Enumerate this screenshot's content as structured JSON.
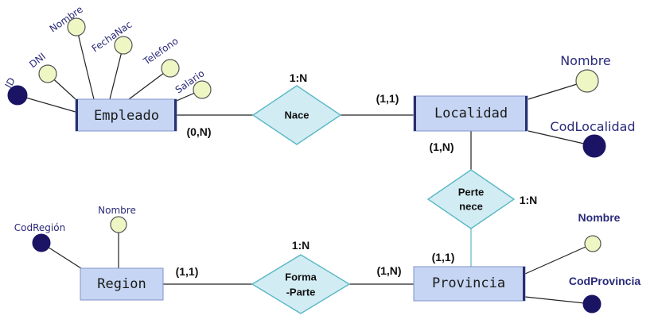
{
  "entities": {
    "empleado": "Empleado",
    "localidad": "Localidad",
    "region": "Region",
    "provincia": "Provincia"
  },
  "relationships": {
    "nace": "Nace",
    "pertenece_line1": "Perte",
    "pertenece_line2": "nece",
    "formaparte_line1": "Forma",
    "formaparte_line2": "-Parte"
  },
  "cardinalities": {
    "nace_ratio": "1:N",
    "empleado_nace": "(0,N)",
    "localidad_nace": "(1,1)",
    "localidad_pertenece": "(1,N)",
    "pertenece_ratio": "1:N",
    "provincia_pertenece": "(1,1)",
    "formaparte_ratio": "1:N",
    "region_formaparte": "(1,1)",
    "provincia_formaparte": "(1,N)"
  },
  "attributes": {
    "empleado": {
      "id": "ID",
      "dni": "DNI",
      "nombre": "Nombre",
      "fechanac": "FechaNac",
      "telefono": "Telefono",
      "salario": "Salario"
    },
    "localidad": {
      "nombre": "Nombre",
      "codlocalidad": "CodLocalidad"
    },
    "region": {
      "codregion": "CodRegión",
      "nombre": "Nombre"
    },
    "provincia": {
      "nombre": "Nombre",
      "codprovincia": "CodProvincia"
    }
  },
  "colors": {
    "entity_fill": "#c5d5f3",
    "relationship_fill": "#d2ecf3",
    "attribute_fill": "#eef6c4",
    "key_attribute_fill": "#1b1464",
    "label_color": "#2a2a7a"
  }
}
